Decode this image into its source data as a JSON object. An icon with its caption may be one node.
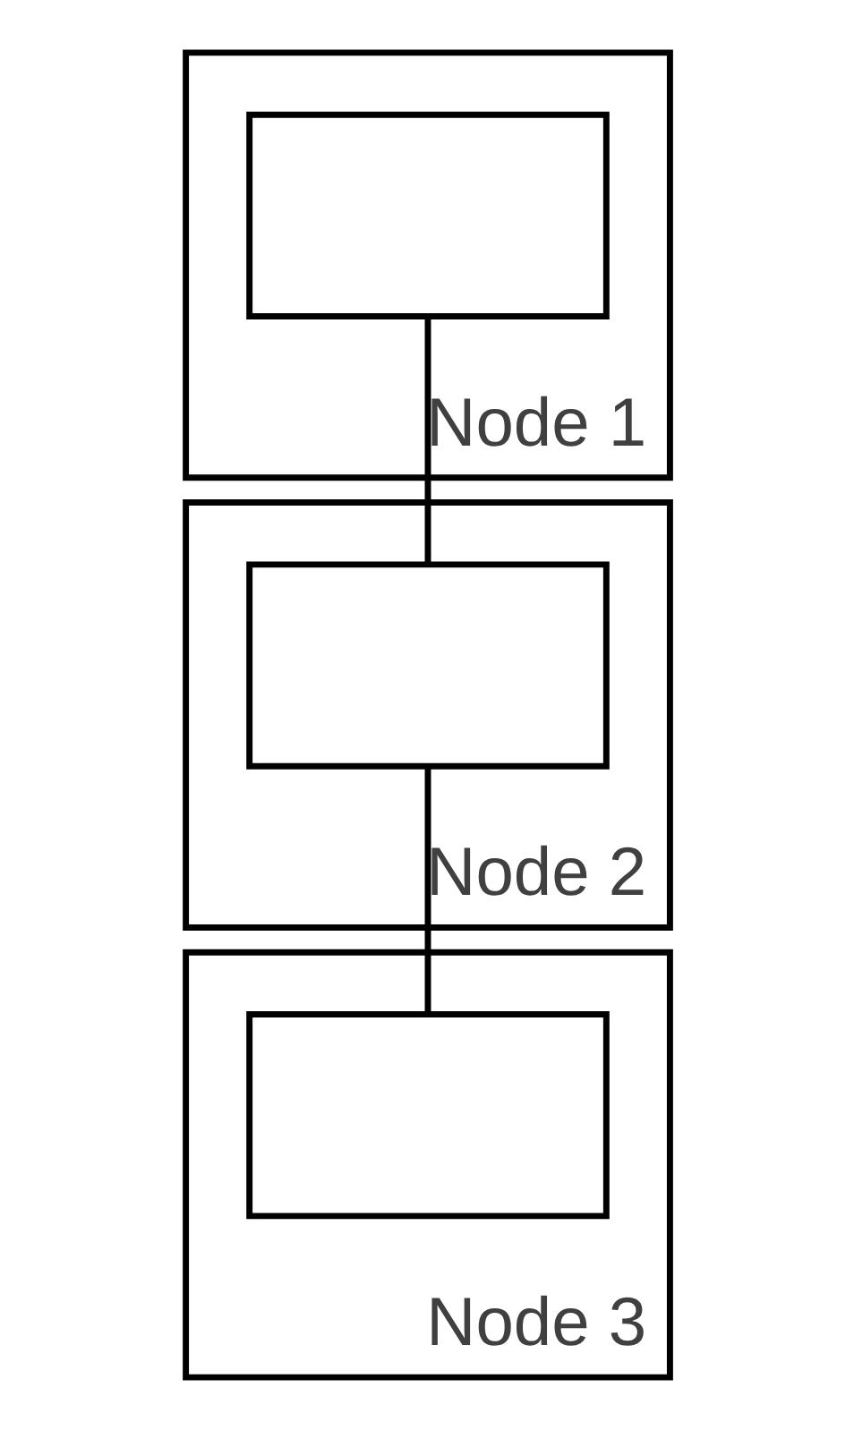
{
  "diagram": {
    "nodes": [
      {
        "text": [
          "Node 1"
        ]
      },
      {
        "text": [],
        "shape": "box",
        "in": 0
      },
      {
        "text": [
          "Node 2"
        ]
      },
      {
        "text": [],
        "shape": "box",
        "in": 2
      },
      {
        "text": [
          "Node 3"
        ]
      },
      {
        "text": [],
        "shape": "box",
        "in": 4
      }
    ],
    "edges": [
      {
        "from": 1,
        "to": 3,
        "arrow": "none"
      },
      {
        "from": 3,
        "to": 5,
        "arrow": "none"
      }
    ]
  }
}
